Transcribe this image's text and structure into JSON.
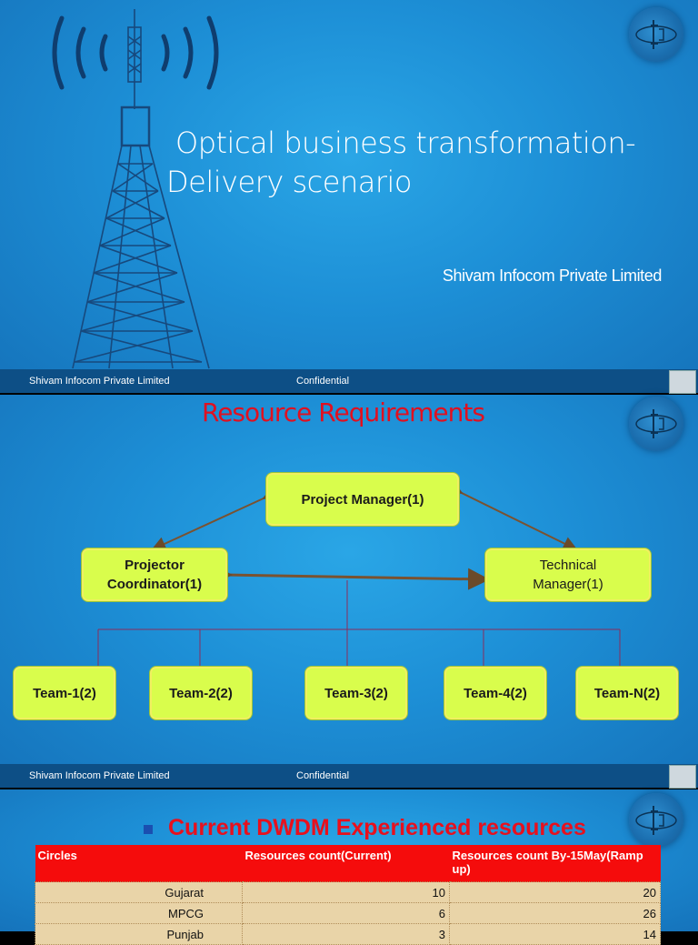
{
  "slide1": {
    "title_line1": "Optical business transformation-",
    "title_line2": "Delivery scenario",
    "company": "Shivam Infocom Private Limited"
  },
  "footer": {
    "company": "Shivam Infocom Private Limited",
    "confidential": "Confidential"
  },
  "slide2": {
    "title": "Resource Requirements",
    "boxes": {
      "pm": "Project Manager(1)",
      "pc_line1": "Projector",
      "pc_line2": "Coordinator(1)",
      "tm_line1": "Technical",
      "tm_line2": "Manager(1)",
      "team1": "Team-1(2)",
      "team2": "Team-2(2)",
      "team3": "Team-3(2)",
      "team4": "Team-4(2)",
      "teamn": "Team-N(2)"
    },
    "colors": {
      "box_fill": "#d9fd4c",
      "title": "#e01020",
      "arrow": "#7a5230"
    }
  },
  "slide3": {
    "title": "Current DWDM Experienced  resources",
    "table": {
      "headers": [
        "Circles",
        "Resources count(Current)",
        "Resources count By-15May(Ramp up)"
      ],
      "rows": [
        [
          "Gujarat",
          "10",
          "20"
        ],
        [
          "MPCG",
          "6",
          "26"
        ],
        [
          "Punjab",
          "3",
          "14"
        ]
      ]
    },
    "colors": {
      "header_bg": "#f50c0c",
      "row_bg": "#e9d4a8"
    }
  }
}
